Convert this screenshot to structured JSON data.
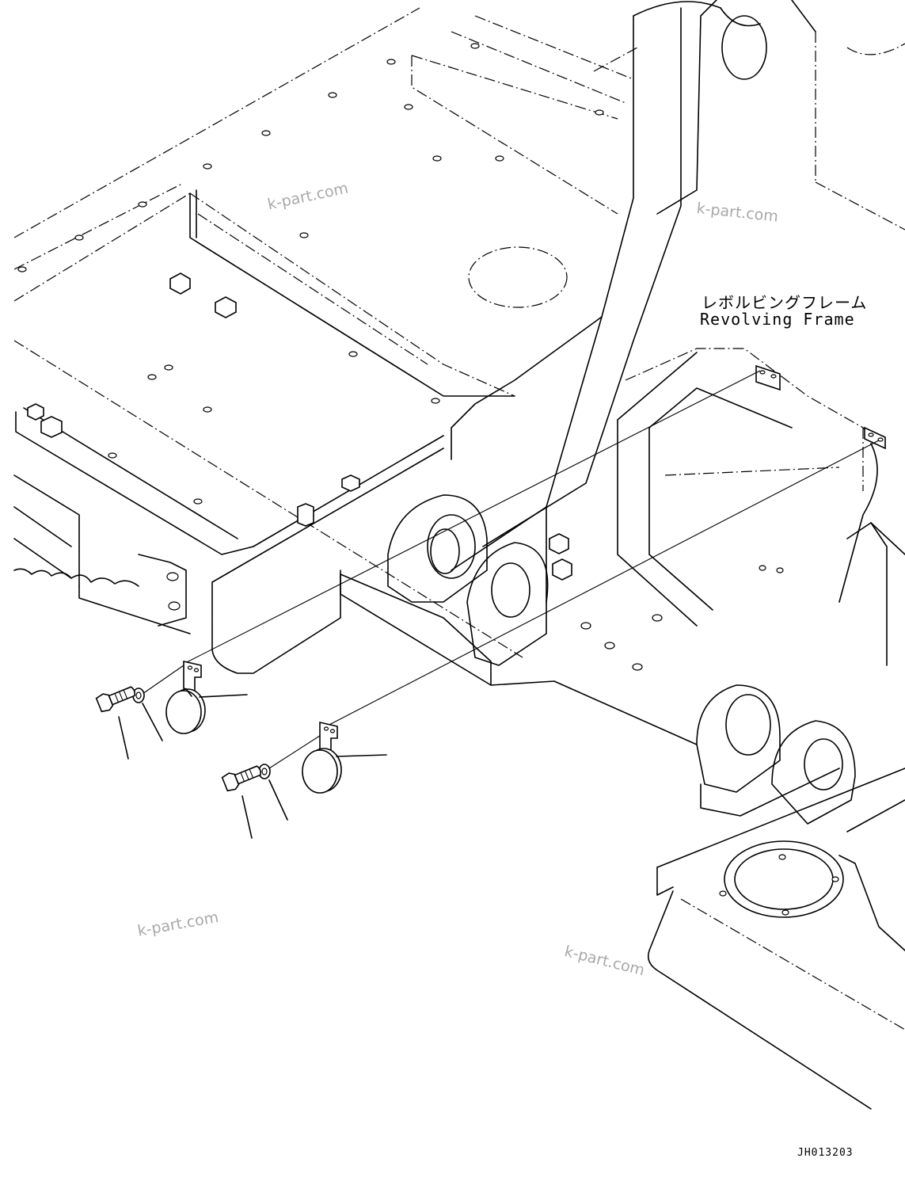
{
  "diagram": {
    "assembly_label_jp": "レボルビングフレーム",
    "assembly_label_en": "Revolving Frame",
    "drawing_number": "JH013203",
    "watermark": "k-part.com",
    "line_color": "#000000",
    "background_color": "#ffffff",
    "watermark_color": "#a8a8a8",
    "parts": [
      {
        "name": "bolt-icon"
      },
      {
        "name": "washer-icon"
      },
      {
        "name": "horn-icon"
      },
      {
        "name": "bolt-icon"
      },
      {
        "name": "washer-icon"
      },
      {
        "name": "horn-icon"
      }
    ]
  }
}
